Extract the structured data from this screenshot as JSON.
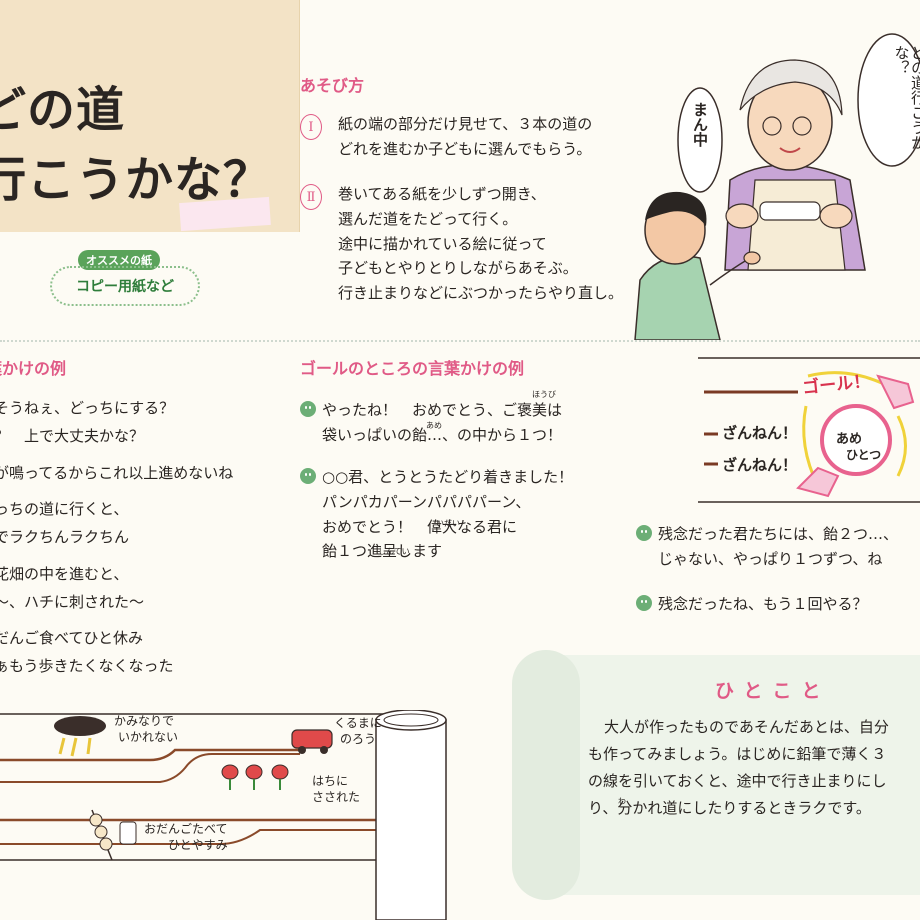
{
  "title": {
    "line1": "どの道",
    "line2": "行こうかな？"
  },
  "paper_recommend": {
    "tag": "オススメの紙",
    "value": "コピー用紙など"
  },
  "how_to_play": {
    "heading": "あそび方",
    "steps": [
      {
        "num": "Ⅰ",
        "lines": [
          "紙の端の部分だけ見せて、３本の道の",
          "どれを進むか子どもに選んでもらう。"
        ]
      },
      {
        "num": "Ⅱ",
        "lines": [
          "巻いてある紙を少しずつ開き、",
          "選んだ道をたどって行く。",
          "途中に描かれている絵に従って",
          "子どもとやりとりしながらあそぶ。",
          "行き止まりなどにぶつかったらやり直し。"
        ]
      }
    ]
  },
  "speech_bubbles": {
    "grandma": "どの道行こうかな？",
    "child": "まん中"
  },
  "phrase_examples": {
    "heading": "言葉かけの例",
    "items": [
      "そうねぇ、どっちにする？",
      "？　上で大丈夫かな？",
      "が鳴ってるからこれ以上進めないね",
      "っちの道に行くと、",
      "でラクちんラクちん",
      "花畑の中を進むと、",
      "〜、ハチに刺された〜",
      "だんご食べてひと休み",
      "ぁもう歩きたくなくなった"
    ]
  },
  "goal_phrases": {
    "heading": "ゴールのところの言葉かけの例",
    "items": [
      [
        "やったね！　おめでとう、ご褒美は",
        "袋いっぱいの飴…、の中から１つ！"
      ],
      [
        "○○君、とうとうたどり着きました！",
        "パンパカパーンパパパパーン、",
        "おめでとう！　偉大なる君に",
        "飴１つ進呈します"
      ]
    ],
    "ruby": {
      "hoube": "ほうび",
      "ame": "あめ",
      "idai": "いだい",
      "shintei": "しんてい"
    }
  },
  "goal_illustration": {
    "goal": "ゴール！",
    "zannen1": "ざんねん！",
    "zannen2": "ざんねん！",
    "candy": [
      "あめ",
      "ひとつ"
    ]
  },
  "sorry_phrases": {
    "items": [
      [
        "残念だった君たちには、飴２つ…、",
        "じゃない、やっぱり１つずつ、ね"
      ],
      [
        "残念だったね、もう１回やる？"
      ]
    ]
  },
  "road_labels": {
    "thunder": [
      "かみなりで",
      "いかれない"
    ],
    "car": [
      "くるまに",
      "のろう"
    ],
    "bee": [
      "はちに",
      "さされた"
    ],
    "dango": [
      "おだんごたべて",
      "ひとやすみ"
    ]
  },
  "hitokoto": {
    "title": "ひとこと",
    "lines": [
      "大人が作ったものであそんだあとは、自分",
      "も作ってみましょう。はじめに鉛筆で薄く３",
      "の線を引いておくと、途中で行き止まりにし",
      "り、分かれ道にしたりするときラクです。"
    ],
    "ruby_wa": "わ"
  },
  "colors": {
    "accent_pink": "#e05a86",
    "accent_green": "#5aa35a",
    "title_paper": "#f3e3c6",
    "scroll_bg": "#eef4ea"
  }
}
